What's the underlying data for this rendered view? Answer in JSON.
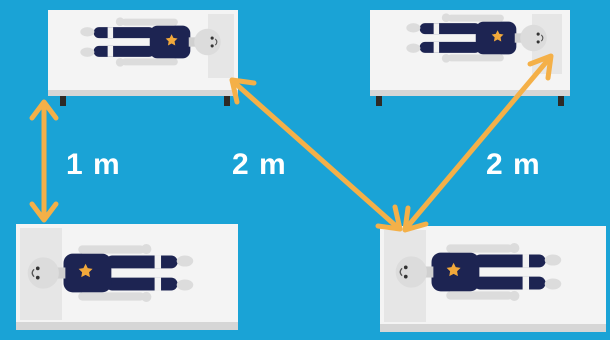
{
  "colors": {
    "background": "#1aa3d6",
    "arrow": "#f4b048",
    "bed": "#f4f4f4",
    "pillow": "#e6e6e6",
    "bed_legs": "#2e2a26",
    "figure_skin": "#dcdcdc",
    "uniform": "#1d2452",
    "stripe": "#f2f2f2",
    "star": "#f2a93b",
    "label_text": "#ffffff"
  },
  "icons": [
    "bed-icon",
    "person-lying-icon",
    "star-icon",
    "double-arrow-icon"
  ],
  "distances": {
    "vertical": "1 m",
    "diagonal_left": "2 m",
    "diagonal_right": "2 m"
  }
}
